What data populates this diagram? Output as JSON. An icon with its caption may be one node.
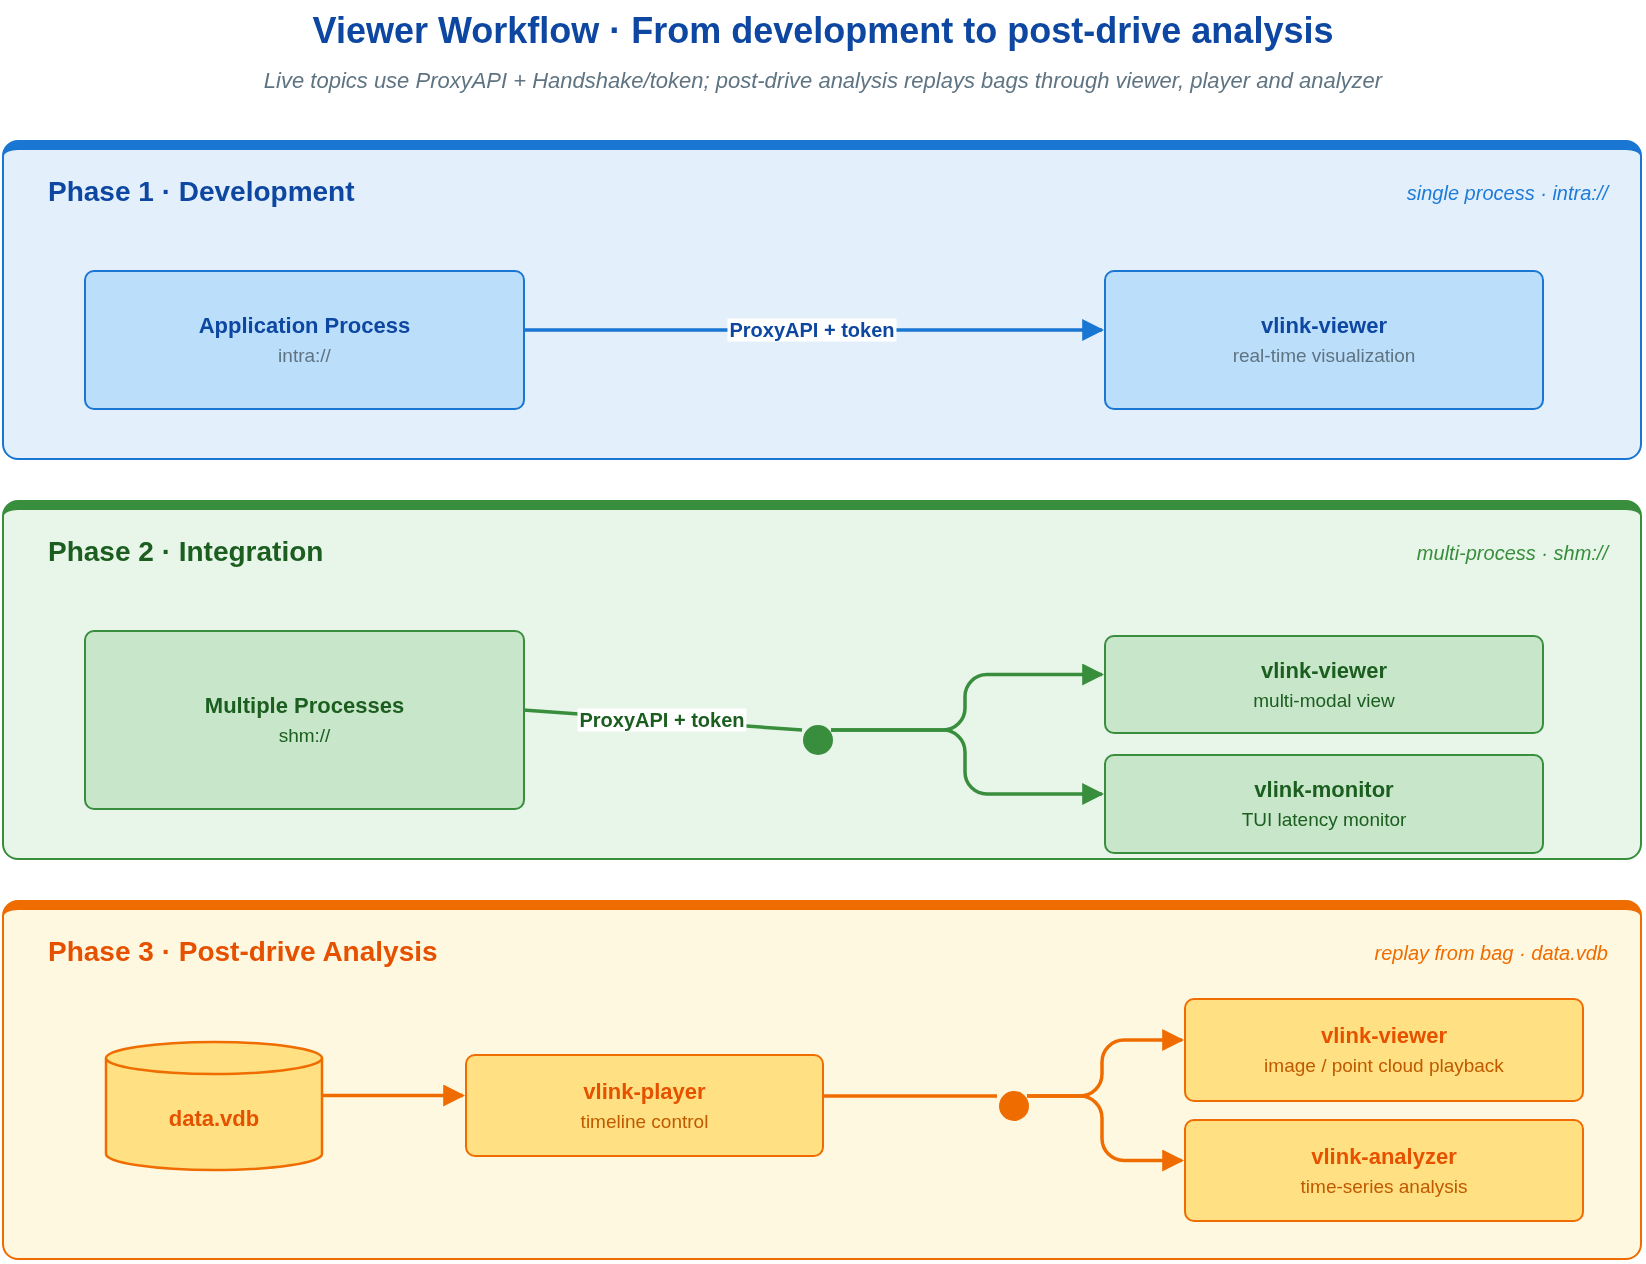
{
  "diagram": {
    "title": "Viewer Workflow · From development to post-drive analysis",
    "caption": "Live topics use ProxyAPI + Handshake/token; post-drive analysis replays bags through viewer, player and analyzer",
    "nodes": [
      {
        "text": [
          "Phase 1 · Development",
          "single process · intra://"
        ]
      },
      {
        "text": [
          "Application Process",
          "intra://"
        ],
        "in": 0
      },
      {
        "text": [
          "vlink-viewer",
          "real-time visualization"
        ],
        "in": 0
      },
      {
        "text": [
          "Phase 2 · Integration",
          "multi-process · shm://"
        ]
      },
      {
        "text": [
          "Multiple Processes",
          "shm://"
        ],
        "in": 3
      },
      {
        "text": [],
        "shape": "circle",
        "in": 3
      },
      {
        "text": [
          "vlink-viewer",
          "multi-modal view"
        ],
        "in": 3
      },
      {
        "text": [
          "vlink-monitor",
          "TUI latency monitor"
        ],
        "in": 3
      },
      {
        "text": [
          "Phase 3 · Post-drive Analysis",
          "replay from bag · data.vdb"
        ]
      },
      {
        "text": [
          "data.vdb"
        ],
        "in": 8
      },
      {
        "text": [
          "vlink-player",
          "timeline control"
        ],
        "in": 8
      },
      {
        "text": [],
        "shape": "circle",
        "in": 8
      },
      {
        "text": [
          "vlink-viewer",
          "image / point cloud playback"
        ],
        "in": 8
      },
      {
        "text": [
          "vlink-analyzer",
          "time-series analysis"
        ],
        "in": 8
      }
    ],
    "edges": [
      {
        "from": 1,
        "to": 2,
        "arrow": "to",
        "label": "ProxyAPI + token",
        "color": "#1976d2"
      },
      {
        "from": 4,
        "to": 5,
        "arrow": "none",
        "label": "ProxyAPI + token",
        "color": "#388e3c"
      },
      {
        "from": 5,
        "to": 6,
        "arrow": "to",
        "color": "#388e3c"
      },
      {
        "from": 5,
        "to": 7,
        "arrow": "to",
        "color": "#388e3c"
      },
      {
        "from": 9,
        "to": 10,
        "arrow": "to",
        "color": "#ef6c00"
      },
      {
        "from": 10,
        "to": 11,
        "arrow": "none",
        "color": "#ef6c00"
      },
      {
        "from": 11,
        "to": 12,
        "arrow": "to",
        "color": "#ef6c00"
      },
      {
        "from": 11,
        "to": 13,
        "arrow": "to",
        "color": "#ef6c00"
      }
    ]
  }
}
